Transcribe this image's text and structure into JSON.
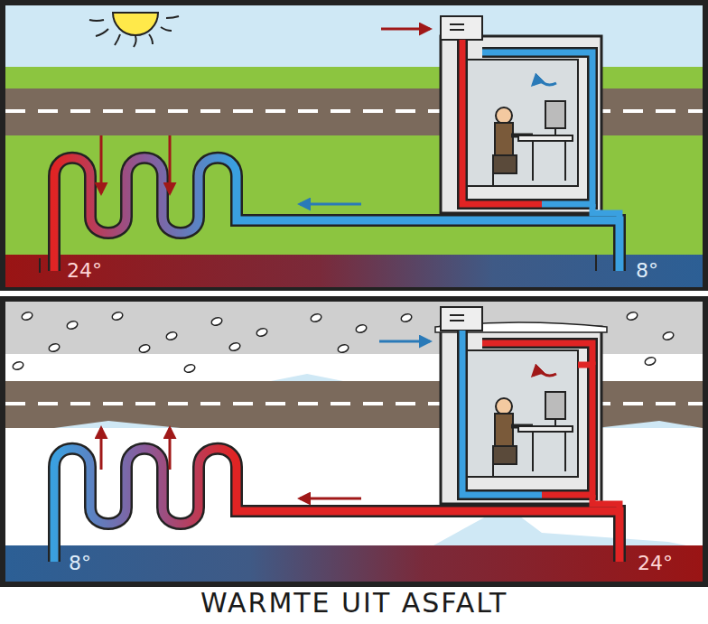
{
  "diagram": {
    "caption": "WARMTE UIT ASFALT",
    "labels": [
      "24°",
      "8°",
      "8°",
      "24°"
    ]
  }
}
